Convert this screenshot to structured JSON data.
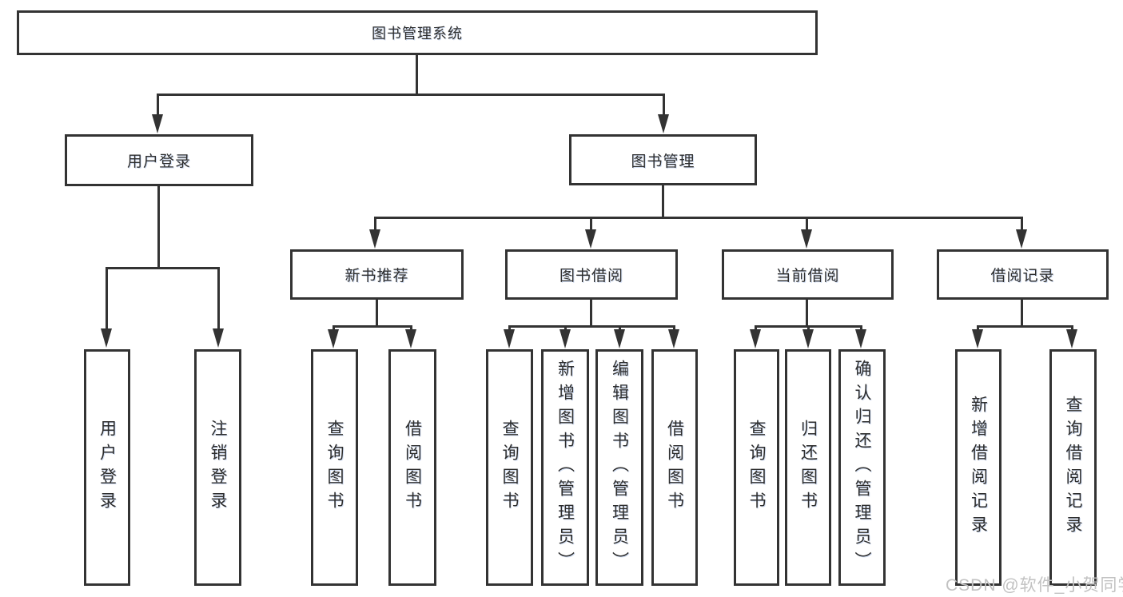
{
  "tree": {
    "root": "图书管理系统",
    "branches": {
      "user_login": {
        "label": "用户登录",
        "children": [
          "用户登录",
          "注销登录"
        ]
      },
      "book_mgmt": {
        "label": "图书管理",
        "sections": {
          "new_book": {
            "label": "新书推荐",
            "children": [
              "查询图书",
              "借阅图书"
            ]
          },
          "borrow": {
            "label": "图书借阅",
            "children": [
              "查询图书",
              "新增图书（管理员）",
              "编辑图书（管理员）",
              "借阅图书"
            ]
          },
          "current": {
            "label": "当前借阅",
            "children": [
              "查询图书",
              "归还图书",
              "确认归还（管理员）"
            ]
          },
          "records": {
            "label": "借阅记录",
            "children": [
              "新增借阅记录",
              "查询借阅记录"
            ]
          }
        }
      }
    }
  },
  "watermark": {
    "text": "CSDN @软件_小贺同学"
  },
  "colors": {
    "line": "#333333",
    "text": "#2e2e2e",
    "background": "#ffffff",
    "watermark": "#c2c2c2"
  }
}
